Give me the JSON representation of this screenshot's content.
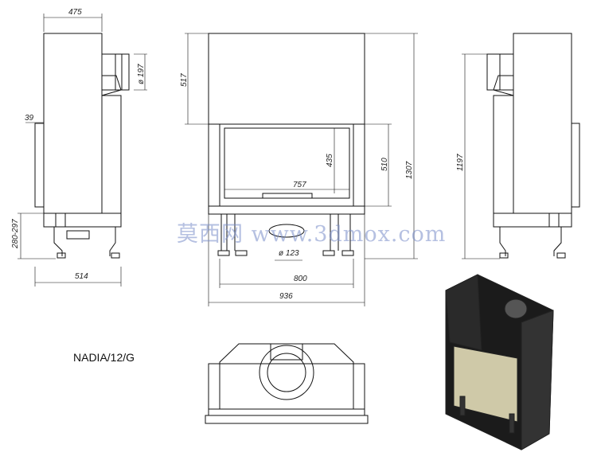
{
  "model_name": "NADIA/12/G",
  "watermark": "莫西网 www.3dmox.com",
  "dimensions": {
    "top_width": "475",
    "flue_diameter": "ø 197",
    "offset_39": "39",
    "leg_range": "280-297",
    "side_depth": "514",
    "top_height": "517",
    "glass_height": "435",
    "glass_width": "757",
    "front_510": "510",
    "total_height": "1307",
    "air_inlet": "ø 123",
    "front_800": "800",
    "front_936": "936",
    "right_height": "1197"
  }
}
